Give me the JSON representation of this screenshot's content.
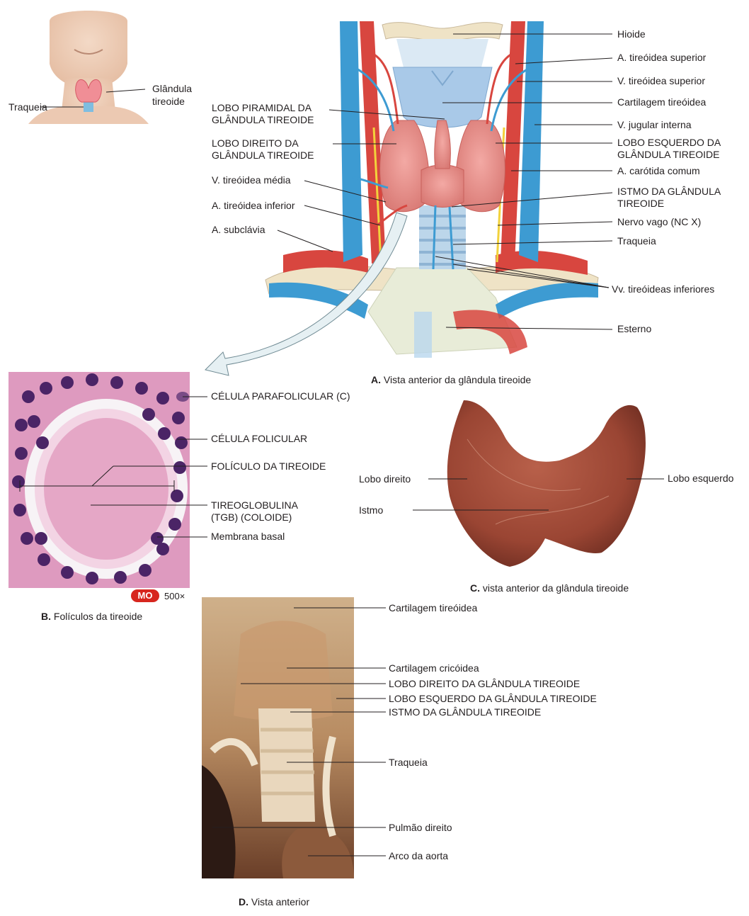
{
  "inset": {
    "labels": {
      "traqueia": "Traqueia",
      "glandula_line1": "Glândula",
      "glandula_line2": "tireoide"
    }
  },
  "panel_a": {
    "caption_letter": "A.",
    "caption_text": "Vista anterior da glândula tireoide",
    "labels_left": {
      "lobo_piramidal_1": "LOBO PIRAMIDAL DA",
      "lobo_piramidal_2": "GLÂNDULA TIREOIDE",
      "lobo_direito_1": "LOBO DIREITO DA",
      "lobo_direito_2": "GLÂNDULA TIREOIDE",
      "v_tireoidea_media": "V. tireóidea média",
      "a_tireoidea_inferior": "A. tireóidea inferior",
      "a_subclavia": "A. subclávia"
    },
    "labels_right": {
      "hioide": "Hioide",
      "a_tireoidea_superior": "A. tireóidea superior",
      "v_tireoidea_superior": "V. tireóidea superior",
      "cartilagem_tireoidea": "Cartilagem tireóidea",
      "v_jugular_interna": "V. jugular interna",
      "lobo_esquerdo_1": "LOBO ESQUERDO DA",
      "lobo_esquerdo_2": "GLÂNDULA TIREOIDE",
      "a_carotida_comum": "A. carótida comum",
      "istmo_1": "ISTMO DA GLÂNDULA",
      "istmo_2": "TIREOIDE",
      "nervo_vago": "Nervo vago (NC X)",
      "traqueia": "Traqueia",
      "vv_tireoideas_inferiores": "Vv. tireóideas inferiores",
      "esterno": "Esterno"
    }
  },
  "panel_b": {
    "caption_letter": "B.",
    "caption_text": "Folículos da tireoide",
    "badge": "MO",
    "magnification": "500×",
    "labels": {
      "celula_parafolicular": "CÉLULA PARAFOLICULAR (C)",
      "celula_folicular": "CÉLULA FOLICULAR",
      "foliculo": "FOLÍCULO DA TIREOIDE",
      "tireoglobulina_1": "TIREOGLOBULINA",
      "tireoglobulina_2": "(TGB) (COLOIDE)",
      "membrana_basal": "Membrana basal"
    }
  },
  "panel_c": {
    "caption_letter": "C.",
    "caption_text": "vista anterior da glândula tireoide",
    "labels": {
      "lobo_direito": "Lobo direito",
      "istmo": "Istmo",
      "lobo_esquerdo": "Lobo esquerdo"
    }
  },
  "panel_d": {
    "caption_letter": "D.",
    "caption_text": "Vista anterior",
    "labels": {
      "cartilagem_tireoidea": "Cartilagem tireóidea",
      "cartilagem_cricoidea": "Cartilagem cricóidea",
      "lobo_direito": "LOBO DIREITO DA GLÂNDULA TIREOIDE",
      "lobo_esquerdo": "LOBO ESQUERDO DA GLÂNDULA TIREOIDE",
      "istmo": "ISTMO DA GLÂNDULA TIREOIDE",
      "traqueia": "Traqueia",
      "pulmao_direito": "Pulmão direito",
      "arco_aorta": "Arco da aorta"
    }
  },
  "colors": {
    "artery": "#d8463f",
    "vein": "#3d9bd2",
    "thyroid": "#e98a86",
    "cartilage": "#a9c9e8",
    "histology_bg": "#d98fb8",
    "nucleus": "#4b2466",
    "gland_specimen": "#a64b38",
    "badge": "#d7261e"
  }
}
